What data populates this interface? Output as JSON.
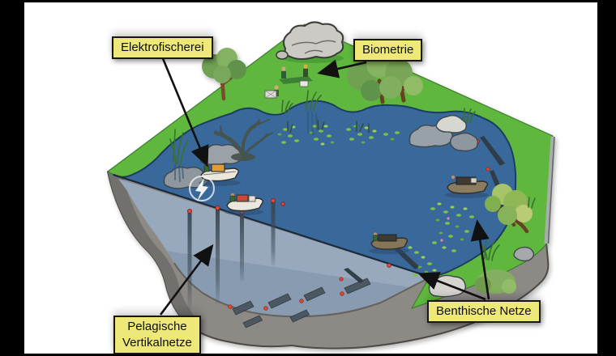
{
  "figure": {
    "type": "isometric-lake-cutaway-diagram",
    "description_language": "German"
  },
  "labels": {
    "elektrofischerei": "Elektrofischerei",
    "biometrie": "Biometrie",
    "pelagische_line1": "Pelagische",
    "pelagische_line2": "Vertikalnetze",
    "benthische": "Benthische Netze"
  },
  "annotations": [
    {
      "label": "Elektrofischerei",
      "arrow_points_to": "electrofishing-boat"
    },
    {
      "label": "Biometrie",
      "arrow_points_to": "researchers-on-shore"
    },
    {
      "label": "Pelagische Vertikalnetze",
      "arrow_points_to": "vertical-nets-in-cutaway"
    },
    {
      "label": "Benthische Netze",
      "arrow_points_to": "nets-on-lake-bottom"
    }
  ],
  "colors": {
    "frame": "#000000",
    "canvas": "#ffffff",
    "label_bg": "#EDE878",
    "label_border": "#161616",
    "arrow": "#111111",
    "grass": "#5FB83E",
    "lake_water": "#38699A",
    "cutaway_water": "#98A9BD",
    "cliff": "#8D8A86",
    "buoy": "#E04A38",
    "net": "#47545E",
    "rock": "#9AA2A8",
    "boulder": "#CBCAC4"
  },
  "scene_icons": [
    "boulder-icon",
    "tree-icon",
    "reeds-icon",
    "rock-icon",
    "dead-tree-icon",
    "lily-pads-icon",
    "electrofishing-boat-icon",
    "lightning-icon",
    "survey-boat-icon",
    "vertical-gillnet-icon",
    "benthic-gillnet-icon",
    "buoy-icon",
    "researcher-icon",
    "biometry-table-icon"
  ]
}
